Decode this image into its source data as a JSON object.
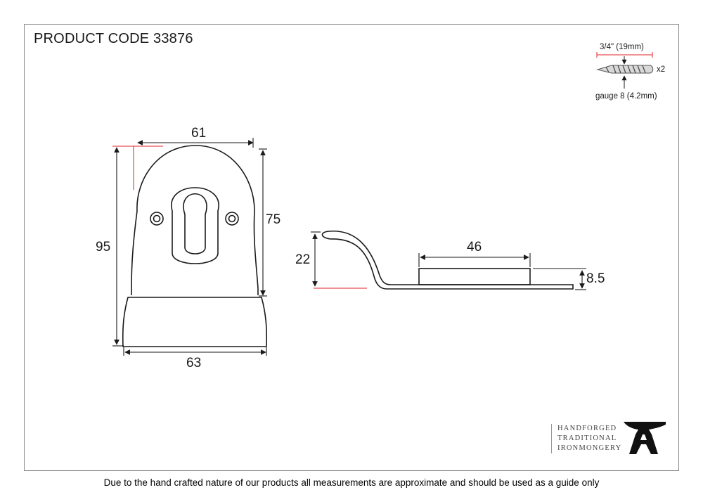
{
  "title": "PRODUCT CODE 33876",
  "dimensions": {
    "top_width": "61",
    "total_height": "95",
    "plate_height": "75",
    "bottom_width": "63",
    "side_height": "22",
    "inner_length": "46",
    "thickness": "8.5"
  },
  "screw": {
    "length": "3/4\" (19mm)",
    "quantity": "x2",
    "gauge": "gauge 8 (4.2mm)"
  },
  "logo": {
    "line1": "HANDFORGED",
    "line2": "TRADITIONAL",
    "line3": "IRONMONGERY"
  },
  "footer": "Due to the hand crafted nature of our products all measurements are approximate and should be used as a guide only",
  "colors": {
    "line": "#1a1a1a",
    "accent_red": "#e0232a",
    "frame": "#8a8a8a"
  }
}
